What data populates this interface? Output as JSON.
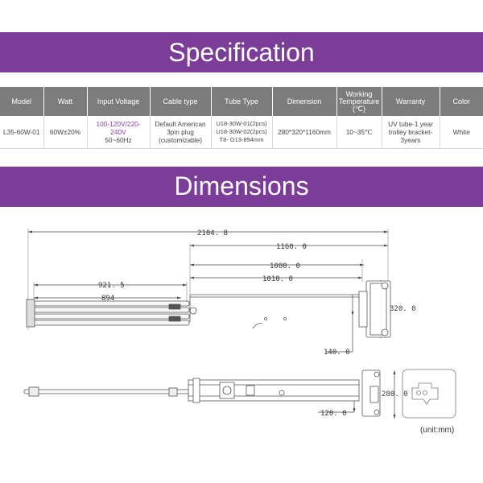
{
  "spec_banner": "Specification",
  "dim_banner": "Dimensions",
  "table": {
    "headers": [
      "Model",
      "Watt",
      "Input Voltage",
      "Cable type",
      "Tube Type",
      "Dimension",
      "Working Temperature (℃)",
      "Warranty",
      "Color"
    ],
    "row": {
      "model": "L35-60W-01",
      "watt": "60W±20%",
      "voltage_main": "100-120V/220-240V",
      "voltage_freq": "50~60Hz",
      "cable_1": "Default American",
      "cable_2": "3pin plug",
      "cable_3": "(customizable)",
      "tube_1": "U18-30W-01(2pcs)",
      "tube_2": "U18-30W-02(2pcs)",
      "tube_3": "T8-  G13-894mm",
      "dimension": "280*320*1160mm",
      "temperature": "10~35℃",
      "warranty_1": "UV tube-1 year",
      "warranty_2": "trolley bracket-3years",
      "color": "White"
    }
  },
  "dims": {
    "overall": "2104. 8",
    "d1160": "1160. 0",
    "d1080": "1080. 0",
    "d1010": "1010. 0",
    "d921": "921. 5",
    "d894": "894",
    "d320": "320. 0",
    "d140": "140. 0",
    "d280": "280. 0",
    "d120": "120. 0"
  },
  "unit_label": "(unit:mm)"
}
